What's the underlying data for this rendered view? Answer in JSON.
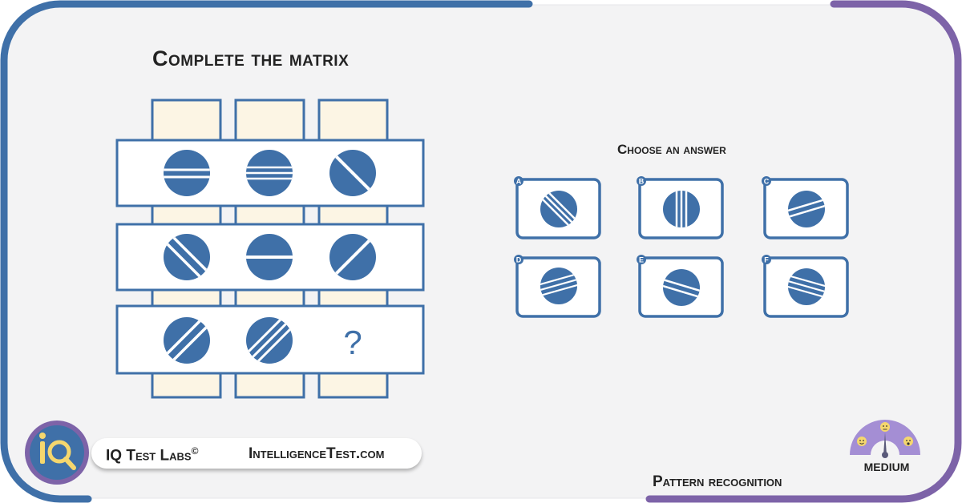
{
  "puzzle": {
    "title": "Complete the matrix",
    "question_mark": "?",
    "rows": [
      [
        "stripes-horizontal-2",
        "stripes-horizontal-3",
        "stripe-diagonal-down-1"
      ],
      [
        "stripes-diagonal-down-2",
        "stripe-horizontal-1",
        "stripe-diagonal-up-1"
      ],
      [
        "stripes-diagonal-up-2",
        "stripes-diagonal-up-3",
        "missing"
      ]
    ]
  },
  "answers": {
    "title": "Choose an answer",
    "options": [
      {
        "letter": "A",
        "pattern": "stripes-diagonal-down-3"
      },
      {
        "letter": "B",
        "pattern": "stripes-vertical-3"
      },
      {
        "letter": "C",
        "pattern": "stripes-diagonal-up-shallow-2"
      },
      {
        "letter": "D",
        "pattern": "stripes-diagonal-up-shallow-3"
      },
      {
        "letter": "E",
        "pattern": "stripes-diagonal-down-shallow-2"
      },
      {
        "letter": "F",
        "pattern": "stripes-diagonal-down-shallow-3"
      }
    ]
  },
  "footer": {
    "brand": "IQ Test Labs",
    "copyright": "©",
    "site": "IntelligenceTest.com",
    "category": "Pattern recognition",
    "difficulty": "MEDIUM",
    "logo_icon": "iq-magnifier-icon",
    "gauge_icon": "difficulty-gauge-icon"
  },
  "colors": {
    "primary_blue": "#3f70a8",
    "accent_purple": "#7d63a8",
    "panel_bg": "#f3f3f4",
    "cell_cream": "#fcf5e4",
    "gauge_purple": "#a48ed4",
    "face_yellow": "#f5d76e"
  }
}
